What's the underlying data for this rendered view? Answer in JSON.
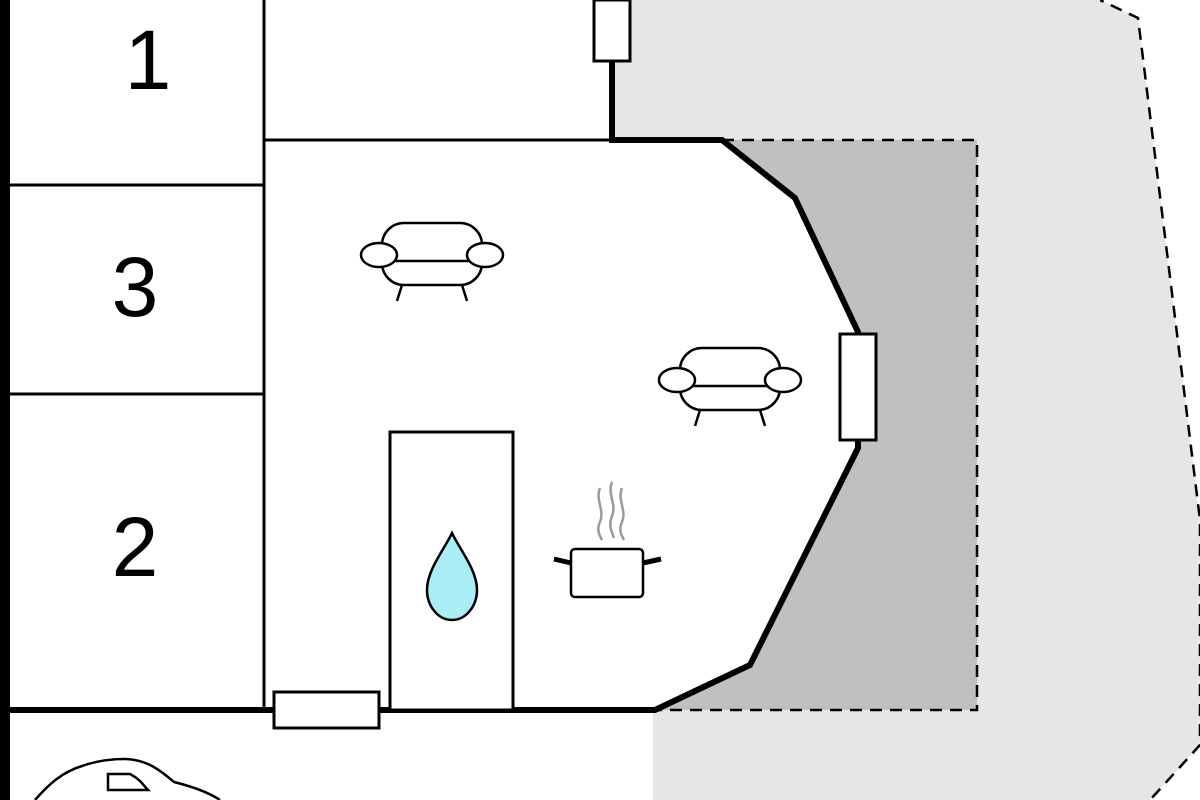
{
  "floor_plan": {
    "room_labels": [
      "1",
      "3",
      "2"
    ],
    "icons": [
      "armchair-icon",
      "armchair-icon",
      "cooking-pot-icon",
      "shower-drop-icon",
      "car-icon"
    ],
    "colors": {
      "wall": "#000000",
      "background": "#ffffff",
      "terrace": "#c0c0c0",
      "garden": "#e6e6e6",
      "water": "#a8eef4",
      "steam": "#9a9a9a"
    }
  }
}
